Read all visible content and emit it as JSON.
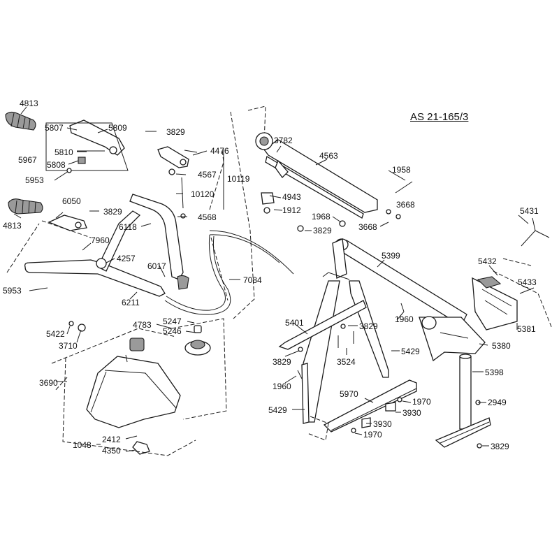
{
  "diagram": {
    "title": "AS 21-165/3",
    "labels": [
      {
        "id": "l4813a",
        "text": "4813"
      },
      {
        "id": "l5807",
        "text": "5807"
      },
      {
        "id": "l5809",
        "text": "5809"
      },
      {
        "id": "l3829a",
        "text": "3829"
      },
      {
        "id": "l5810",
        "text": "5810"
      },
      {
        "id": "l5967",
        "text": "5967"
      },
      {
        "id": "l5808",
        "text": "5808"
      },
      {
        "id": "l4476",
        "text": "4476"
      },
      {
        "id": "l4567",
        "text": "4567"
      },
      {
        "id": "l10119",
        "text": "10119"
      },
      {
        "id": "l5953a",
        "text": "5953"
      },
      {
        "id": "l10120",
        "text": "10120"
      },
      {
        "id": "l6050",
        "text": "6050"
      },
      {
        "id": "l3829b",
        "text": "3829"
      },
      {
        "id": "l4813b",
        "text": "4813"
      },
      {
        "id": "l6118",
        "text": "6118"
      },
      {
        "id": "l4568",
        "text": "4568"
      },
      {
        "id": "l7960",
        "text": "7960"
      },
      {
        "id": "l4257",
        "text": "4257"
      },
      {
        "id": "l6017",
        "text": "6017"
      },
      {
        "id": "l7084",
        "text": "7084"
      },
      {
        "id": "l5953b",
        "text": "5953"
      },
      {
        "id": "l6211",
        "text": "6211"
      },
      {
        "id": "l3782",
        "text": "3782"
      },
      {
        "id": "l4563",
        "text": "4563"
      },
      {
        "id": "l1958",
        "text": "1958"
      },
      {
        "id": "l4943",
        "text": "4943"
      },
      {
        "id": "l1912",
        "text": "1912"
      },
      {
        "id": "l1968",
        "text": "1968"
      },
      {
        "id": "l3668a",
        "text": "3668"
      },
      {
        "id": "l3668b",
        "text": "3668"
      },
      {
        "id": "l5431",
        "text": "5431"
      },
      {
        "id": "l3829c",
        "text": "3829"
      },
      {
        "id": "l5399",
        "text": "5399"
      },
      {
        "id": "l5432",
        "text": "5432"
      },
      {
        "id": "l5433",
        "text": "5433"
      },
      {
        "id": "l5422",
        "text": "5422"
      },
      {
        "id": "l3710",
        "text": "3710"
      },
      {
        "id": "l4783",
        "text": "4783"
      },
      {
        "id": "l5247",
        "text": "5247"
      },
      {
        "id": "l5246",
        "text": "5246"
      },
      {
        "id": "l5401",
        "text": "5401"
      },
      {
        "id": "l3829d",
        "text": "3829"
      },
      {
        "id": "l1960a",
        "text": "1960"
      },
      {
        "id": "l5381",
        "text": "5381"
      },
      {
        "id": "l3690",
        "text": "3690"
      },
      {
        "id": "l3829e",
        "text": "3829"
      },
      {
        "id": "l1960b",
        "text": "1960"
      },
      {
        "id": "l3524",
        "text": "3524"
      },
      {
        "id": "l5429a",
        "text": "5429"
      },
      {
        "id": "l5380",
        "text": "5380"
      },
      {
        "id": "l5398",
        "text": "5398"
      },
      {
        "id": "l5970",
        "text": "5970"
      },
      {
        "id": "l1970a",
        "text": "1970"
      },
      {
        "id": "l2949",
        "text": "2949"
      },
      {
        "id": "l5429b",
        "text": "5429"
      },
      {
        "id": "l3930a",
        "text": "3930"
      },
      {
        "id": "l3930b",
        "text": "3930"
      },
      {
        "id": "l1970b",
        "text": "1970"
      },
      {
        "id": "l1048",
        "text": "1048"
      },
      {
        "id": "l2412",
        "text": "2412"
      },
      {
        "id": "l4350",
        "text": "4350"
      },
      {
        "id": "l3829f",
        "text": "3829"
      }
    ]
  }
}
